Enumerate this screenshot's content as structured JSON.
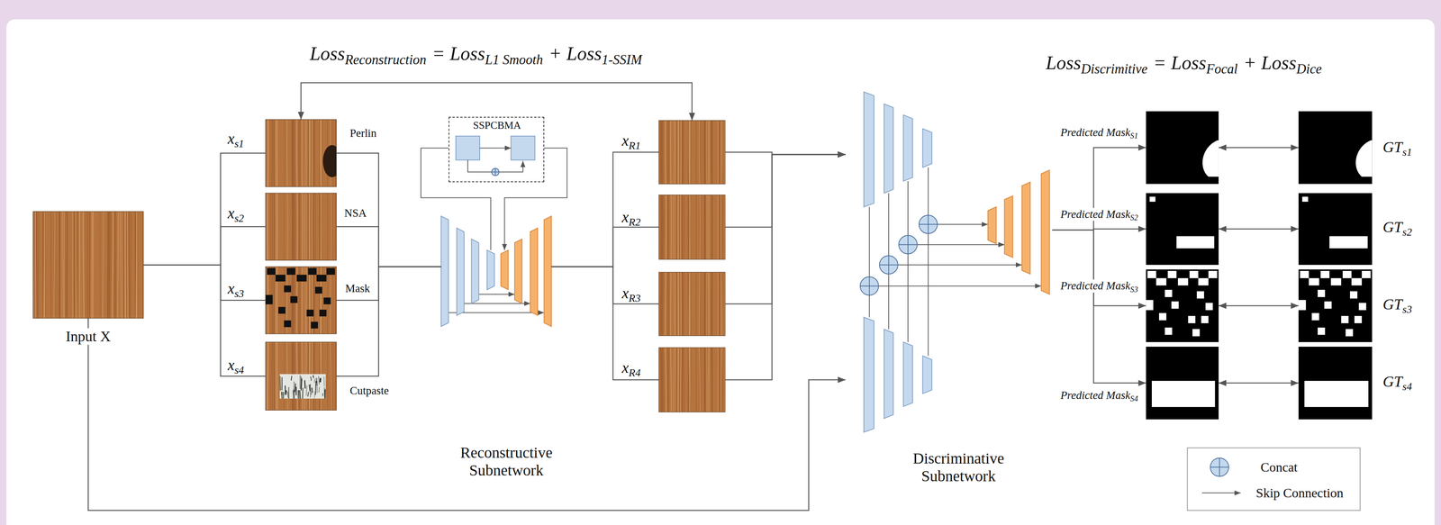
{
  "diagram": {
    "nodes": [
      {
        "text": [
          "Input X"
        ]
      },
      {
        "text": [
          "x",
          "s1",
          "Perlin"
        ]
      },
      {
        "text": [
          "x",
          "s2",
          "NSA"
        ]
      },
      {
        "text": [
          "x",
          "s3",
          "Mask"
        ]
      },
      {
        "text": [
          "x",
          "s4",
          "Cutpaste"
        ]
      },
      {
        "text": [
          "Reconstructive Subnetwork"
        ]
      },
      {
        "text": [
          "SSPCBMA"
        ],
        "in": 5
      },
      {
        "text": [
          "x",
          "R1"
        ]
      },
      {
        "text": [
          "x",
          "R2"
        ]
      },
      {
        "text": [
          "x",
          "R3"
        ]
      },
      {
        "text": [
          "x",
          "R4"
        ]
      },
      {
        "text": [
          "Discriminative Subnetwork"
        ]
      },
      {
        "text": [
          "Predicted Mask",
          "S1"
        ]
      },
      {
        "text": [
          "Predicted Mask",
          "S2"
        ]
      },
      {
        "text": [
          "Predicted Mask",
          "S3"
        ]
      },
      {
        "text": [
          "Predicted Mask",
          "S4"
        ]
      },
      {
        "text": [
          "GT",
          "s1"
        ]
      },
      {
        "text": [
          "GT",
          "s2"
        ]
      },
      {
        "text": [
          "GT",
          "s3"
        ]
      },
      {
        "text": [
          "GT",
          "s4"
        ]
      }
    ],
    "edges": [
      {
        "from": 0,
        "to": 1,
        "arrow": "none"
      },
      {
        "from": 0,
        "to": 2,
        "arrow": "none"
      },
      {
        "from": 0,
        "to": 3,
        "arrow": "none"
      },
      {
        "from": 0,
        "to": 4,
        "arrow": "none"
      },
      {
        "from": 1,
        "to": 5,
        "arrow": "none"
      },
      {
        "from": 2,
        "to": 5,
        "arrow": "none"
      },
      {
        "from": 3,
        "to": 5,
        "arrow": "none"
      },
      {
        "from": 4,
        "to": 5,
        "arrow": "none"
      },
      {
        "from": 5,
        "to": 7,
        "arrow": "none"
      },
      {
        "from": 5,
        "to": 8,
        "arrow": "none"
      },
      {
        "from": 5,
        "to": 9,
        "arrow": "none"
      },
      {
        "from": 5,
        "to": 10,
        "arrow": "none"
      },
      {
        "from": 7,
        "to": 11,
        "arrow": "to"
      },
      {
        "from": 8,
        "to": 11,
        "arrow": "to"
      },
      {
        "from": 9,
        "to": 11,
        "arrow": "to"
      },
      {
        "from": 10,
        "to": 11,
        "arrow": "to"
      },
      {
        "from": 0,
        "to": 11,
        "arrow": "to"
      },
      {
        "from": 11,
        "to": 12,
        "arrow": "to"
      },
      {
        "from": 11,
        "to": 13,
        "arrow": "to"
      },
      {
        "from": 11,
        "to": 14,
        "arrow": "to"
      },
      {
        "from": 11,
        "to": 15,
        "arrow": "to"
      },
      {
        "from": 12,
        "to": 16,
        "arrow": "both"
      },
      {
        "from": 13,
        "to": 17,
        "arrow": "both"
      },
      {
        "from": 14,
        "to": 18,
        "arrow": "both"
      },
      {
        "from": 15,
        "to": 19,
        "arrow": "both"
      },
      {
        "from": 1,
        "to": 7,
        "arrow": "both"
      }
    ],
    "labels": [
      "Loss",
      "Reconstruction",
      "= Loss",
      "L1 Smooth",
      "+ Loss",
      "1-SSIM",
      "Loss",
      "Discrimitive",
      "= Loss",
      "Focal",
      "+ Loss",
      "Dice"
    ],
    "legend": [
      {
        "text": "Concat"
      },
      {
        "text": "Skip Connection"
      }
    ]
  }
}
